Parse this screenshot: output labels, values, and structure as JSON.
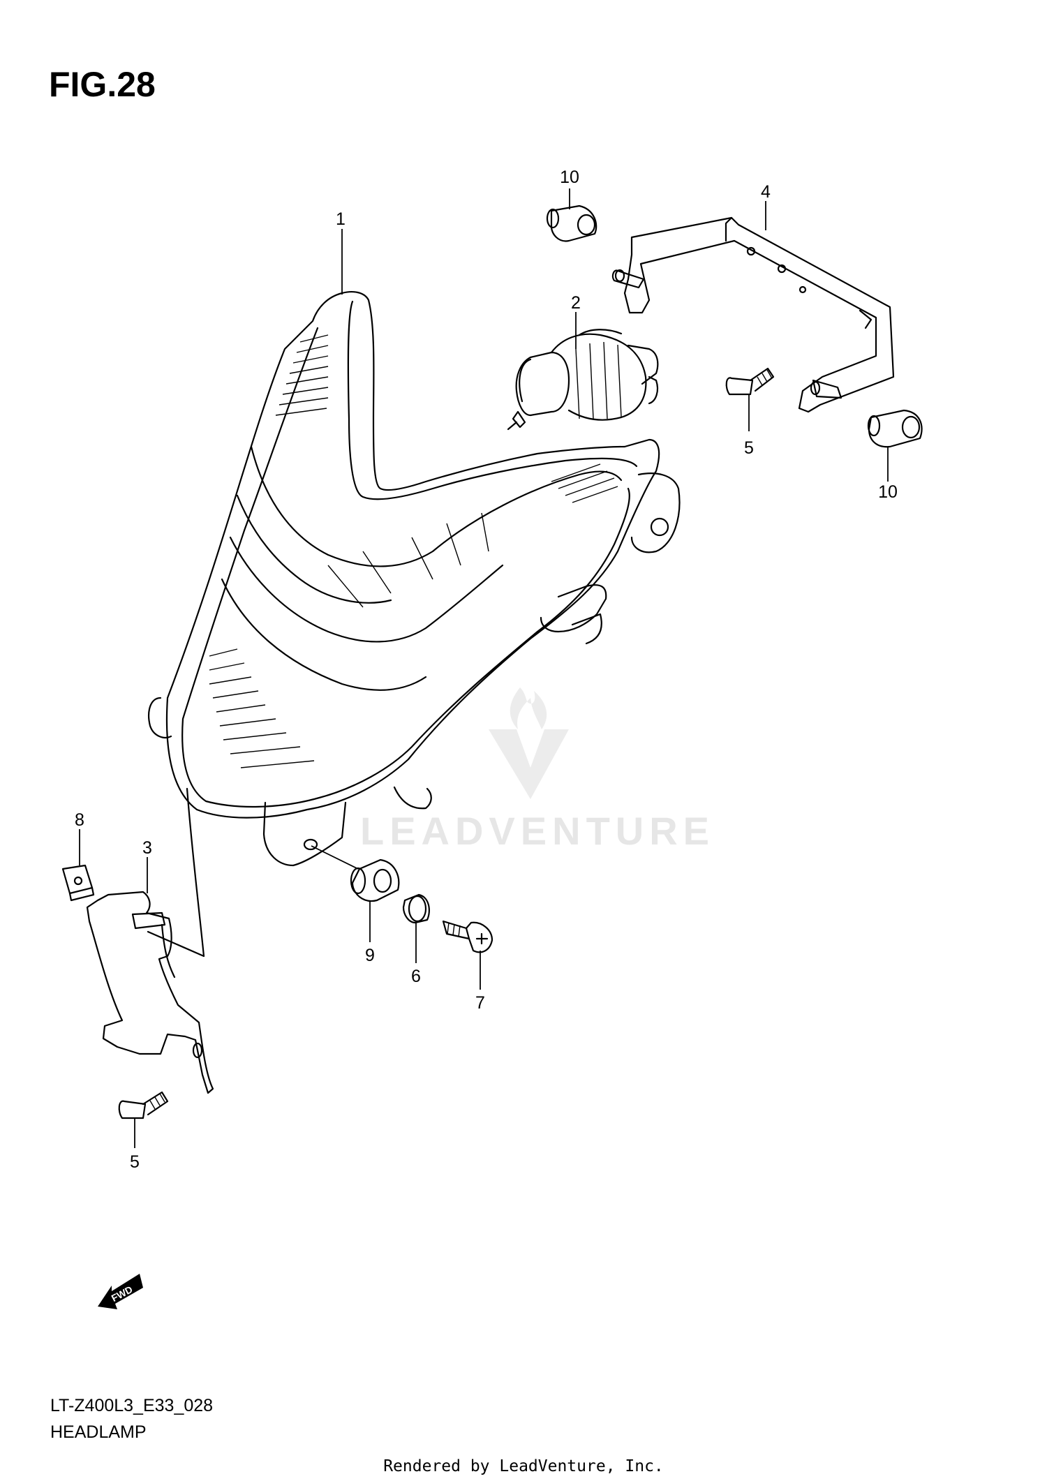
{
  "figure": {
    "title": "FIG.28"
  },
  "callouts": [
    "10",
    "4",
    "1",
    "2",
    "5",
    "10",
    "8",
    "3",
    "9",
    "6",
    "7",
    "5"
  ],
  "fwd_label": "FWD",
  "watermark": "LEADVENTURE",
  "diagram_code": "LT-Z400L3_E33_028",
  "diagram_name": "HEADLAMP",
  "footer": "Rendered by LeadVenture, Inc."
}
